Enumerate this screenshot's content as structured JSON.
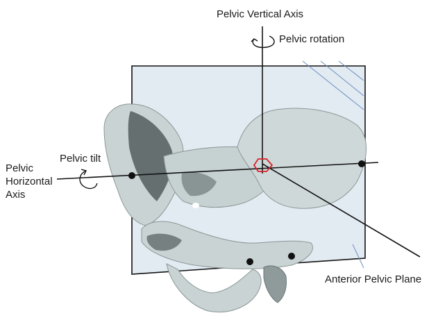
{
  "labels": {
    "vertical_axis": "Pelvic Vertical Axis",
    "rotation": "Pelvic rotation",
    "tilt": "Pelvic tilt",
    "horizontal_axis_line1": "Pelvic",
    "horizontal_axis_line2": "Horizontal",
    "horizontal_axis_line3": "Axis",
    "plane": "Anterior Pelvic Plane"
  },
  "colors": {
    "plane_fill": "#dde6f0",
    "bone": "#c9d3d3",
    "bone_shadow": "#5a6464",
    "hatch": "#6b8fbf",
    "marker": "#d8232a",
    "lines": "#111111"
  },
  "icons": [
    "rotation-arrow-icon",
    "tilt-arrow-icon"
  ]
}
